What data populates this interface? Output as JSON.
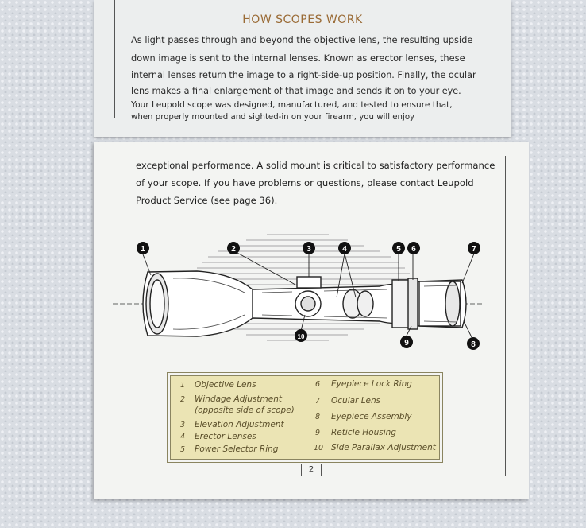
{
  "top_page": {
    "title": "HOW SCOPES WORK",
    "lines": [
      "As light passes through and beyond the objective lens, the resulting upside",
      "down image is sent to the internal lenses. Known as erector lenses, these",
      "internal lenses return the image to a right-side-up position. Finally, the ocular",
      "lens makes a final enlargement of that image and sends it on to your eye.",
      "Your Leupold scope was designed, manufactured, and tested to ensure that,",
      "when properly mounted and sighted-in on your firearm, you will enjoy"
    ]
  },
  "bottom_page": {
    "lines": [
      "exceptional performance. A solid mount is critical to satisfactory performance",
      "of your scope. If you have problems or questions, please contact Leupold",
      "Product Service (see page 36)."
    ],
    "callouts": [
      "1",
      "2",
      "3",
      "4",
      "5",
      "6",
      "7",
      "8",
      "9",
      "10"
    ],
    "legend": [
      {
        "num": "1",
        "text": "Objective Lens"
      },
      {
        "num": "2",
        "text": "Windage Adjustment"
      },
      {
        "num": "",
        "text": "(opposite side of scope)"
      },
      {
        "num": "3",
        "text": "Elevation Adjustment"
      },
      {
        "num": "4",
        "text": "Erector Lenses"
      },
      {
        "num": "5",
        "text": "Power Selector Ring"
      },
      {
        "num": "6",
        "text": "Eyepiece Lock Ring"
      },
      {
        "num": "7",
        "text": "Ocular Lens"
      },
      {
        "num": "8",
        "text": "Eyepiece Assembly"
      },
      {
        "num": "9",
        "text": "Reticle Housing"
      },
      {
        "num": "10",
        "text": "Side Parallax Adjustment"
      }
    ],
    "page_number": "2"
  },
  "colors": {
    "title": "#9a6b36",
    "legend_bg": "#ebe4b4",
    "legend_text": "#5a4e2a"
  }
}
